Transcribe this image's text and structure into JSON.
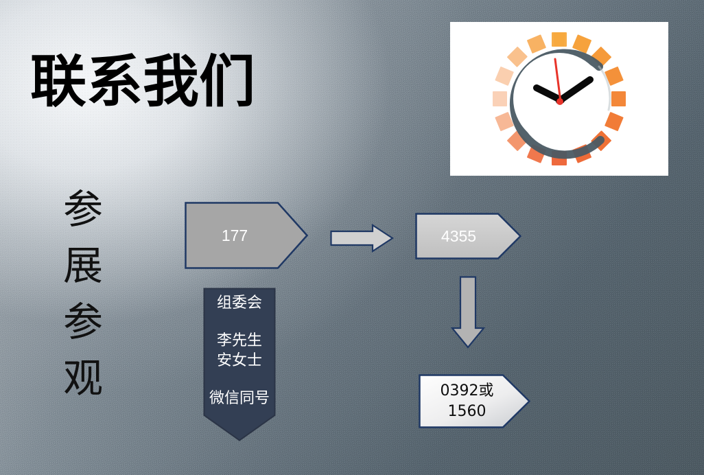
{
  "slide": {
    "title": "联系我们",
    "vertical_text": [
      "参",
      "展",
      "参",
      "观"
    ],
    "background": {
      "highlight_color": "#f5f7f9",
      "mid_color": "#8b959d",
      "shadow_color": "#4b5860"
    }
  },
  "picture": {
    "name": "clock-image",
    "panel_color": "#ffffff",
    "clock": {
      "ring_color_start": "#f5a33c",
      "ring_color_end": "#ef5d33",
      "dial_ring_color": "#4a5a63",
      "face_color": "#ffffff",
      "hand_color": "#000000",
      "second_hand_color": "#e8342a",
      "segments": 16
    }
  },
  "shapes": {
    "chevron_177": {
      "label": "177",
      "fill": "#a6a6a6",
      "stroke": "#1f3864",
      "text_color": "#ffffff"
    },
    "arrow_right": {
      "fill": "#d0d0d0",
      "stroke": "#1f3864"
    },
    "chevron_4355": {
      "label": "4355",
      "fill": "#c8c8c8",
      "stroke": "#1f3864",
      "text_color": "#ffffff"
    },
    "banner_contact": {
      "lines": [
        "组委会",
        "李先生",
        "安女士",
        "微信同号"
      ],
      "line1": "组委会",
      "line2": "李先生",
      "line3": "安女士",
      "line4": "微信同号",
      "fill": "#333f54",
      "stroke": "#2b3446",
      "text_color": "#ffffff"
    },
    "arrow_down": {
      "fill": "#b3b3b3",
      "stroke": "#1f3864"
    },
    "chevron_phone": {
      "line1": "0392或",
      "line2": "1560",
      "fill_start": "#fcfcfc",
      "fill_end": "#cfd2d5",
      "stroke": "#1f3864",
      "text_color": "#0d0d0d"
    }
  }
}
